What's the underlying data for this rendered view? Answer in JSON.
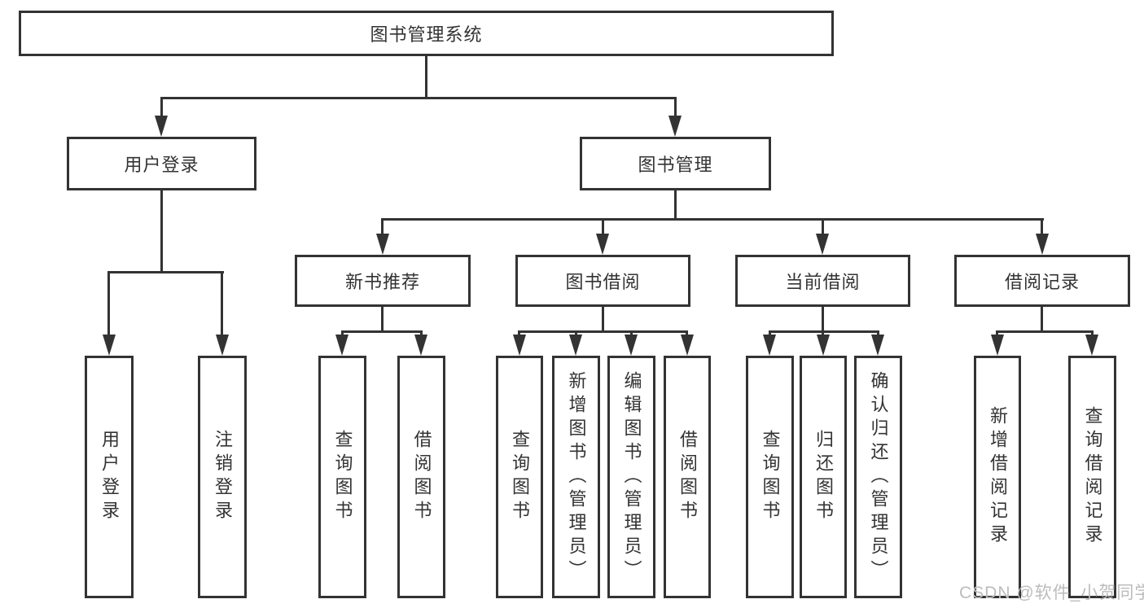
{
  "tree": {
    "root": {
      "label": "图书管理系统"
    },
    "branches": [
      {
        "label": "用户登录",
        "children": [
          {
            "label": "用户登录"
          },
          {
            "label": "注销登录"
          }
        ]
      },
      {
        "label": "图书管理",
        "sections": [
          {
            "label": "新书推荐",
            "children": [
              {
                "label": "查询图书"
              },
              {
                "label": "借阅图书"
              }
            ]
          },
          {
            "label": "图书借阅",
            "children": [
              {
                "label": "查询图书"
              },
              {
                "label": "新增图书（管理员）"
              },
              {
                "label": "编辑图书（管理员）"
              },
              {
                "label": "借阅图书"
              }
            ]
          },
          {
            "label": "当前借阅",
            "children": [
              {
                "label": "查询图书"
              },
              {
                "label": "归还图书"
              },
              {
                "label": "确认归还（管理员）"
              }
            ]
          },
          {
            "label": "借阅记录",
            "children": [
              {
                "label": "新增借阅记录"
              },
              {
                "label": "查询借阅记录"
              }
            ]
          }
        ]
      }
    ]
  },
  "watermark": {
    "text": "CSDN @软件_小贺同学"
  },
  "colors": {
    "line": "#333333",
    "text": "#333333",
    "canvas": "#ffffff",
    "watermark": "#bcbcbc"
  }
}
